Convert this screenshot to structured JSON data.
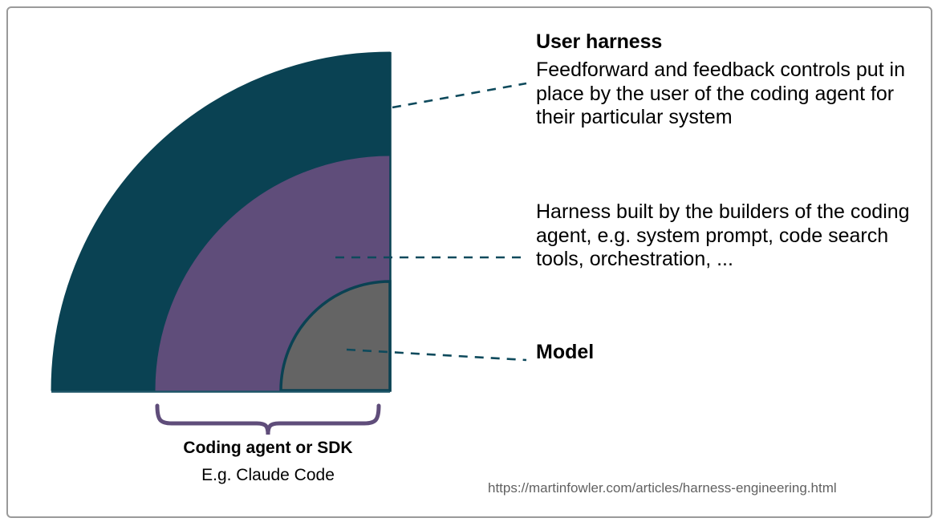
{
  "diagram": {
    "title_absent": true,
    "colors": {
      "outer_ring": "#0a4253",
      "middle_ring": "#5f4d7a",
      "inner_disc": "#646464",
      "inner_disc_stroke": "#0a4253",
      "leader_line": "#0e4a5c",
      "brace": "#5f4d7a",
      "frame_border": "#9a9a9a",
      "text": "#000000",
      "url_text": "#616161",
      "background": "#ffffff"
    },
    "rings": [
      {
        "name": "user-harness",
        "label": "User harness",
        "radius": 422,
        "fill": "#0a4253"
      },
      {
        "name": "agent-harness",
        "label": "Harness built by the builders of the coding agent",
        "radius": 292,
        "fill": "#5f4d7a"
      },
      {
        "name": "model",
        "label": "Model",
        "radius": 136,
        "fill": "#646464"
      }
    ]
  },
  "labels": {
    "user_harness_title": "User harness",
    "user_harness_body": "Feedforward and feedback controls put in place by the user of the coding agent for their particular system",
    "agent_harness_body": "Harness built by the builders of the coding agent, e.g. system prompt, code search tools, orchestration, ...",
    "model": "Model"
  },
  "brace": {
    "title": "Coding agent or SDK",
    "subtitle": "E.g. Claude Code"
  },
  "footer": {
    "url": "https://martinfowler.com/articles/harness-engineering.html"
  }
}
